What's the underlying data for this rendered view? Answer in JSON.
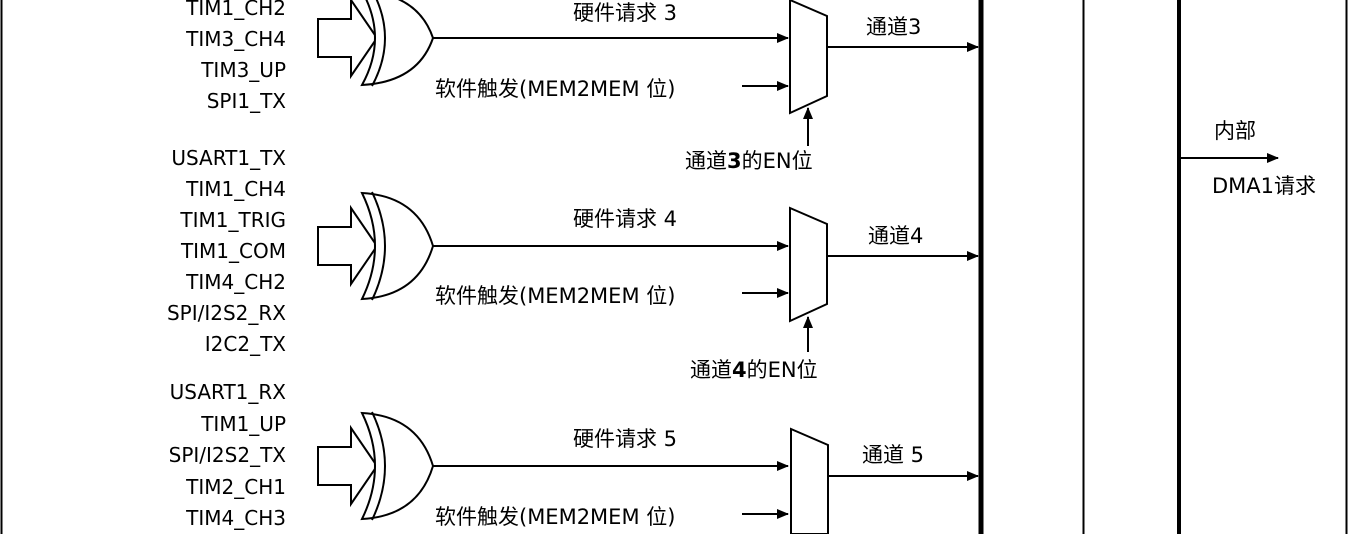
{
  "groups": [
    {
      "signals": [
        "TIM1_CH2",
        "TIM3_CH4",
        "TIM3_UP",
        "SPI1_TX"
      ],
      "hw_request": "硬件请求 3",
      "sw_trigger": "软件触发(MEM2MEM 位)",
      "channel": "通道3",
      "en_prefix": "通道",
      "en_num": "3",
      "en_suffix": "的EN位"
    },
    {
      "signals": [
        "USART1_TX",
        "TIM1_CH4",
        "TIM1_TRIG",
        "TIM1_COM",
        "TIM4_CH2",
        "SPI/I2S2_RX",
        "I2C2_TX"
      ],
      "hw_request": "硬件请求 4",
      "sw_trigger": "软件触发(MEM2MEM 位)",
      "channel": "通道4",
      "en_prefix": "通道",
      "en_num": "4",
      "en_suffix": "的EN位"
    },
    {
      "signals": [
        "USART1_RX",
        "TIM1_UP",
        "SPI/I2S2_TX",
        "TIM2_CH1",
        "TIM4_CH3"
      ],
      "hw_request": "硬件请求 5",
      "sw_trigger": "软件触发(MEM2MEM 位)",
      "channel": "通道 5"
    }
  ],
  "internal": {
    "label": "内部",
    "target": "DMA1请求"
  }
}
